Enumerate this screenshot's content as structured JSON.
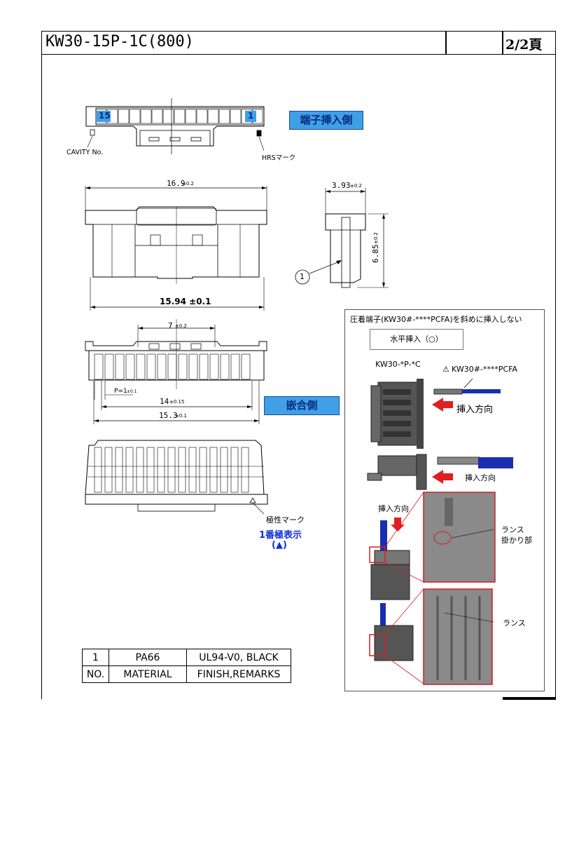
{
  "header": {
    "title": "KW30-15P-1C(800)",
    "page": "2/2頁"
  },
  "top_view": {
    "cavity_left": "15",
    "cavity_right": "1",
    "cavity_label": "CAVITY No.",
    "hrs_label": "HRSマーク",
    "side_label": "端子挿入側"
  },
  "front_view": {
    "dim_width": "16.9",
    "dim_width_tol": "±0.2",
    "dim_bottom": "15.94 ±0.1"
  },
  "side_view": {
    "dim_depth": "3.93",
    "dim_depth_tol": "±0.2",
    "dim_height": "6.85",
    "dim_height_tol": "±0.2",
    "balloon": "1"
  },
  "mating_view": {
    "dim_top": "7",
    "dim_top_tol": "±0.2",
    "dim_pitch": "P=1",
    "dim_pitch_tol": "±0.1",
    "dim_14": "14",
    "dim_14_tol": "±0.15",
    "dim_153": "15.3",
    "dim_153_tol": "±0.1",
    "side_label": "嵌合側"
  },
  "bottom_view": {
    "polarity_label": "極性マーク",
    "pin1_line1": "1番極表示",
    "pin1_line2": "(▲)"
  },
  "material_table": {
    "rows": [
      [
        "1",
        "PA66",
        "UL94-V0, BLACK"
      ],
      [
        "NO.",
        "MATERIAL",
        "FINISH,REMARKS"
      ]
    ]
  },
  "notice_panel": {
    "heading": "圧着端子(KW30#-****PCFA)を斜めに挿入しない",
    "box_label": "水平挿入（○）",
    "housing_label": "KW30-*P-*C",
    "terminal_label": "KW30#-****PCFA",
    "insert_dir_1": "挿入方向",
    "insert_dir_2": "挿入方向",
    "insert_dir_3": "挿入方向",
    "lance_hook": "ランス",
    "lance_hook_2": "掛かり部",
    "lance": "ランス"
  },
  "colors": {
    "label_blue": "#3fa0e8",
    "arrow_red": "#e02020",
    "wire_blue": "#1a2fb0",
    "pin1_blue": "#1030d0",
    "highlight_red": "#d02020"
  }
}
